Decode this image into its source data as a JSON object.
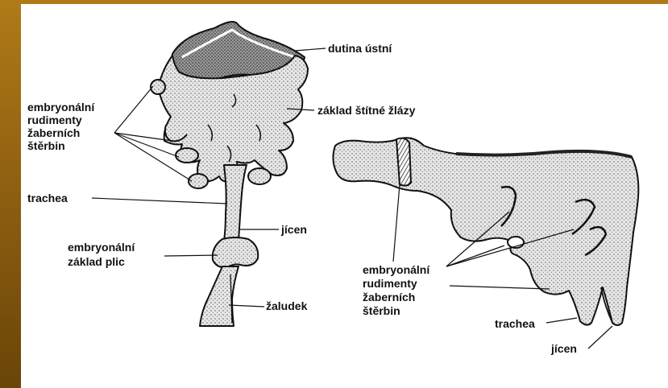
{
  "left_figure": {
    "labels": {
      "mouth_cavity": "dutina ústní",
      "thyroid_base": "základ štítné žlázy",
      "gill_slits": [
        "embryonální",
        "rudimenty",
        "žaberních",
        "štěrbin"
      ],
      "trachea": "trachea",
      "esophagus": "jícen",
      "lung_base": [
        "embryonální",
        "základ plic"
      ],
      "stomach": "žaludek"
    }
  },
  "right_figure": {
    "labels": {
      "gill_slits": [
        "embryonální",
        "rudimenty",
        "žaberních",
        "štěrbin"
      ],
      "trachea": "trachea",
      "esophagus": "jícen"
    }
  },
  "colors": {
    "frame": "#9a6a16",
    "panel": "#ffffff",
    "ink": "#111111",
    "stipple": "#e4e4e4"
  }
}
